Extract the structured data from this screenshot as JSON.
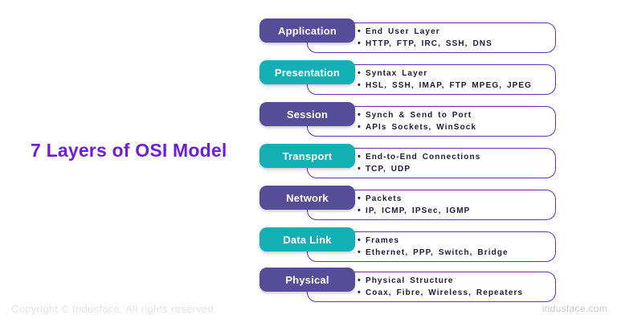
{
  "title": "7 Layers of OSI Model",
  "layers": [
    {
      "name": "Application",
      "pill_color": "#564C97",
      "lines": [
        "End User Layer",
        "HTTP, FTP, IRC, SSH, DNS"
      ]
    },
    {
      "name": "Presentation",
      "pill_color": "#14AEB5",
      "lines": [
        "Syntax Layer",
        "HSL, SSH, IMAP, FTP MPEG, JPEG"
      ]
    },
    {
      "name": "Session",
      "pill_color": "#564C97",
      "lines": [
        "Synch & Send to Port",
        "APIs Sockets, WinSock"
      ]
    },
    {
      "name": "Transport",
      "pill_color": "#14AEB5",
      "lines": [
        "End-to-End Connections",
        "TCP, UDP"
      ]
    },
    {
      "name": "Network",
      "pill_color": "#564C97",
      "lines": [
        "Packets",
        "IP, ICMP, IPSec, IGMP"
      ]
    },
    {
      "name": "Data Link",
      "pill_color": "#14AEB5",
      "lines": [
        "Frames",
        "Ethernet, PPP, Switch, Bridge"
      ]
    },
    {
      "name": "Physical",
      "pill_color": "#564C97",
      "lines": [
        "Physical Structure",
        "Coax, Fibre, Wireless, Repeaters"
      ]
    }
  ],
  "footer": {
    "copyright": "Copyright © Indusface, All rights reserved.",
    "website": "indusface.com"
  },
  "colors": {
    "title_purple": "#6C1FD6",
    "pill_purple": "#564C97",
    "pill_teal": "#14AEB5",
    "box_border_purple": "#6333AE",
    "detail_text": "#1C1838",
    "footer_gray": "#C7C7CC",
    "background": "#FFFFFF"
  }
}
